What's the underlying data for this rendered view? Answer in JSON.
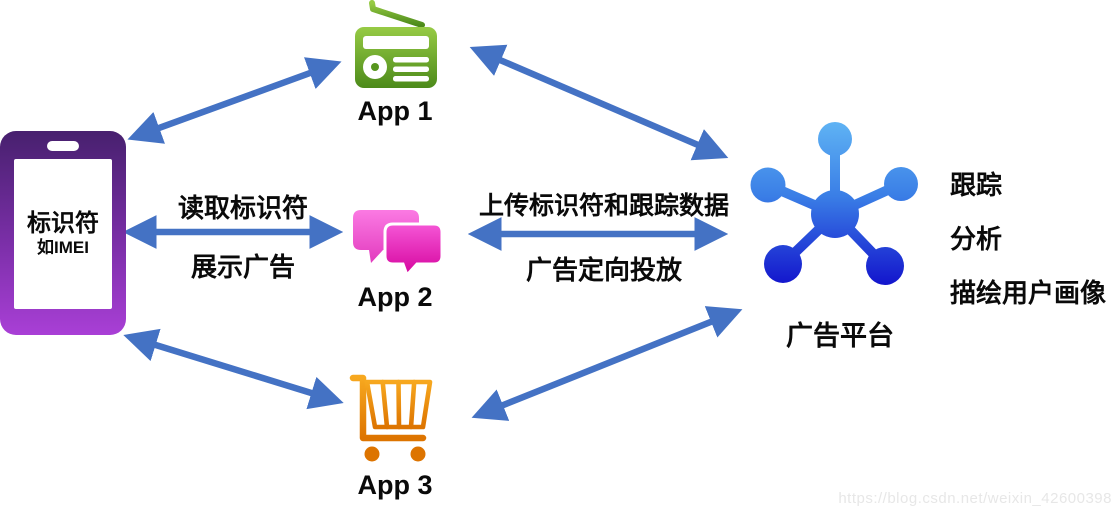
{
  "diagram": {
    "phone": {
      "title": "标识符",
      "subtitle": "如IMEI"
    },
    "apps": [
      {
        "label": "App 1",
        "icon": "radio-icon"
      },
      {
        "label": "App 2",
        "icon": "chat-bubbles-icon"
      },
      {
        "label": "App 3",
        "icon": "shopping-cart-icon"
      }
    ],
    "platform": {
      "label": "广告平台",
      "icon": "network-hub-icon",
      "capabilities": [
        "跟踪",
        "分析",
        "描绘用户画像"
      ]
    },
    "edges": {
      "phone_apps": {
        "top_label": "读取标识符",
        "bottom_label": "展示广告"
      },
      "apps_platform": {
        "top_label": "上传标识符和跟踪数据",
        "bottom_label": "广告定向投放"
      }
    },
    "colors": {
      "arrow_blue": "#4472C4",
      "phone_purple_top": "#47206e",
      "phone_purple_bottom": "#a93fd6",
      "app1_green_top": "#97CB45",
      "app1_green_bottom": "#4C8A1A",
      "app2_pink_top": "#FA6BDE",
      "app2_pink_bottom": "#D5059E",
      "app3_orange_top": "#F7A81F",
      "app3_orange_bottom": "#DD7400",
      "platform_blue_top": "#5FB3F4",
      "platform_blue_bottom": "#1212CC"
    }
  },
  "watermark": {
    "text": "https://blog.csdn.net/weixin_42600398"
  }
}
